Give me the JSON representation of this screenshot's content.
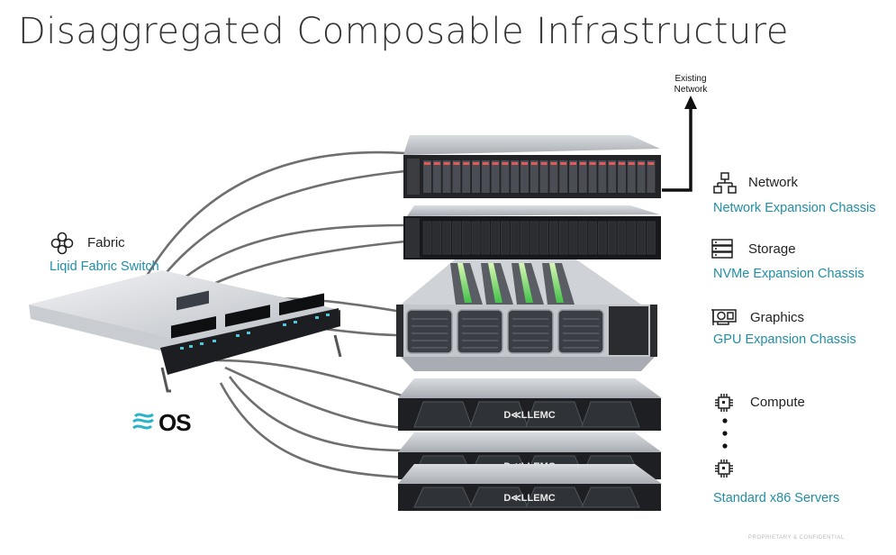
{
  "title": "Disaggregated Composable Infrastructure",
  "existing_network": {
    "line1": "Existing",
    "line2": "Network"
  },
  "fabric": {
    "label": "Fabric",
    "sub": "Liqid Fabric Switch",
    "logo_text": "OS"
  },
  "network": {
    "label": "Network",
    "sub": "Network Expansion Chassis"
  },
  "storage": {
    "label": "Storage",
    "sub": "NVMe Expansion Chassis"
  },
  "graphics": {
    "label": "Graphics",
    "sub": "GPU Expansion Chassis"
  },
  "compute": {
    "label": "Compute",
    "sub": "Standard x86 Servers"
  },
  "server_brand": "D≪LLEMC",
  "footer": "PROPRIETARY & CONFIDENTIAL",
  "colors": {
    "accent": "#1f8fa8",
    "led": "#e05a5a",
    "gpu_glow": "#7fe07f"
  }
}
